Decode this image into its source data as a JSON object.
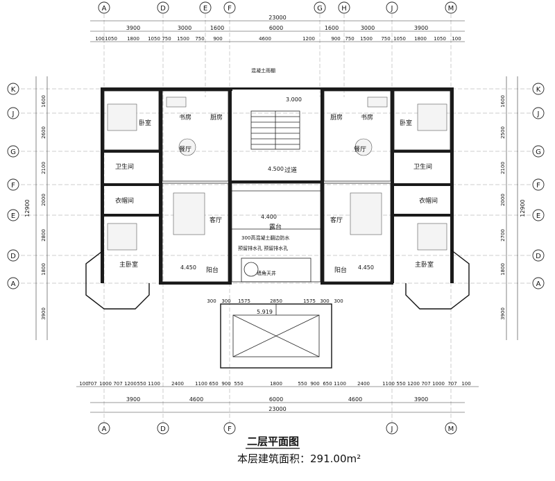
{
  "drawing": {
    "title": "二层平面图",
    "area_label": "本层建筑面积：291.00m²"
  },
  "axes": {
    "top_columns": [
      "A",
      "D",
      "E",
      "F",
      "G",
      "H",
      "J",
      "M"
    ],
    "bottom_columns": [
      "A",
      "D",
      "F",
      "J",
      "M"
    ],
    "rows": [
      "K",
      "J",
      "G",
      "F",
      "E",
      "D",
      "A"
    ]
  },
  "dimensions": {
    "overall_width": "23000",
    "top_bays": [
      "3900",
      "3000",
      "1600",
      "6000",
      "1600",
      "3000",
      "3900"
    ],
    "top_detail": [
      "100",
      "1050",
      "1800",
      "1050",
      "750",
      "1500",
      "750",
      "900",
      "4600",
      "1200",
      "900",
      "750",
      "1500",
      "750",
      "1050",
      "1800",
      "1050",
      "100"
    ],
    "bottom_bays": [
      "3900",
      "4600",
      "6000",
      "4600",
      "3900"
    ],
    "bottom_detail": [
      "100",
      "707",
      "1000",
      "707",
      "1200",
      "550",
      "1100",
      "2400",
      "1100",
      "650",
      "900",
      "550",
      "1800",
      "550",
      "900",
      "650",
      "1100",
      "2400",
      "1100",
      "550",
      "1200",
      "707",
      "1000",
      "707",
      "100"
    ],
    "left_overall": "12900",
    "left_rows": [
      "1600",
      "2600",
      "2100",
      "2000",
      "2800",
      "1800",
      "3900"
    ],
    "right_rows": [
      "1600",
      "2500",
      "2100",
      "2000",
      "2700",
      "1800",
      "3900"
    ],
    "porch": [
      "300",
      "300",
      "1575",
      "2850",
      "1575",
      "300",
      "300"
    ]
  },
  "rooms": {
    "bedroom": "卧室",
    "study": "书房",
    "kitchen": "厨房",
    "dining": "餐厅",
    "bath": "卫生间",
    "closet": "衣帽间",
    "living": "客厅",
    "master": "主卧室",
    "balcony": "阳台",
    "corridor": "过道",
    "terrace": "露台",
    "canopy": "混凝土雨棚",
    "skylight": "墙角天井"
  },
  "levels": {
    "canopy_level": "3.000",
    "corridor_level": "4.500",
    "terrace_level": "4.400",
    "balcony_left": "4.450",
    "balcony_right": "4.450",
    "porch_level": "5.919"
  },
  "notes": {
    "parapet": "300高混凝土翻边防水",
    "drain": "预留排水孔  预留排水孔"
  }
}
